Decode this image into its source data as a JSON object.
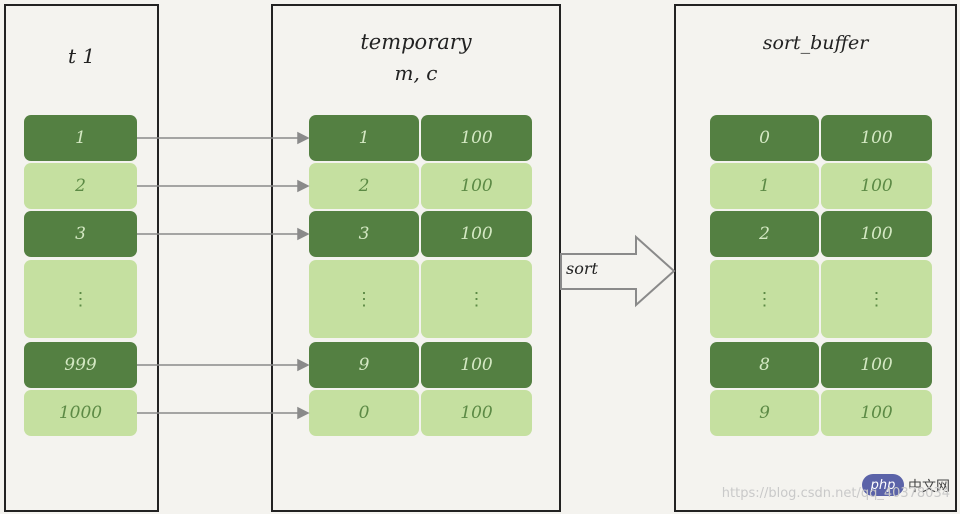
{
  "panels": {
    "t1": {
      "title": "t 1"
    },
    "temporary": {
      "title_line1": "temporary",
      "title_line2": "m, c"
    },
    "sort_buffer": {
      "title": "sort_buffer"
    }
  },
  "t1_rows": [
    "1",
    "2",
    "3",
    "⋮",
    "999",
    "1000"
  ],
  "temporary_rows": [
    [
      "1",
      "100"
    ],
    [
      "2",
      "100"
    ],
    [
      "3",
      "100"
    ],
    [
      "⋮",
      "⋮"
    ],
    [
      "9",
      "100"
    ],
    [
      "0",
      "100"
    ]
  ],
  "sort_buffer_rows": [
    [
      "0",
      "100"
    ],
    [
      "1",
      "100"
    ],
    [
      "2",
      "100"
    ],
    [
      "⋮",
      "⋮"
    ],
    [
      "8",
      "100"
    ],
    [
      "9",
      "100"
    ]
  ],
  "arrow_label": "sort",
  "colors": {
    "dark": "#548042",
    "light": "#c5e0a0",
    "background": "#f4f3ef"
  },
  "watermark": "https://blog.csdn.net/qq_40378034",
  "logo": {
    "badge": "php",
    "text": "中文网"
  }
}
